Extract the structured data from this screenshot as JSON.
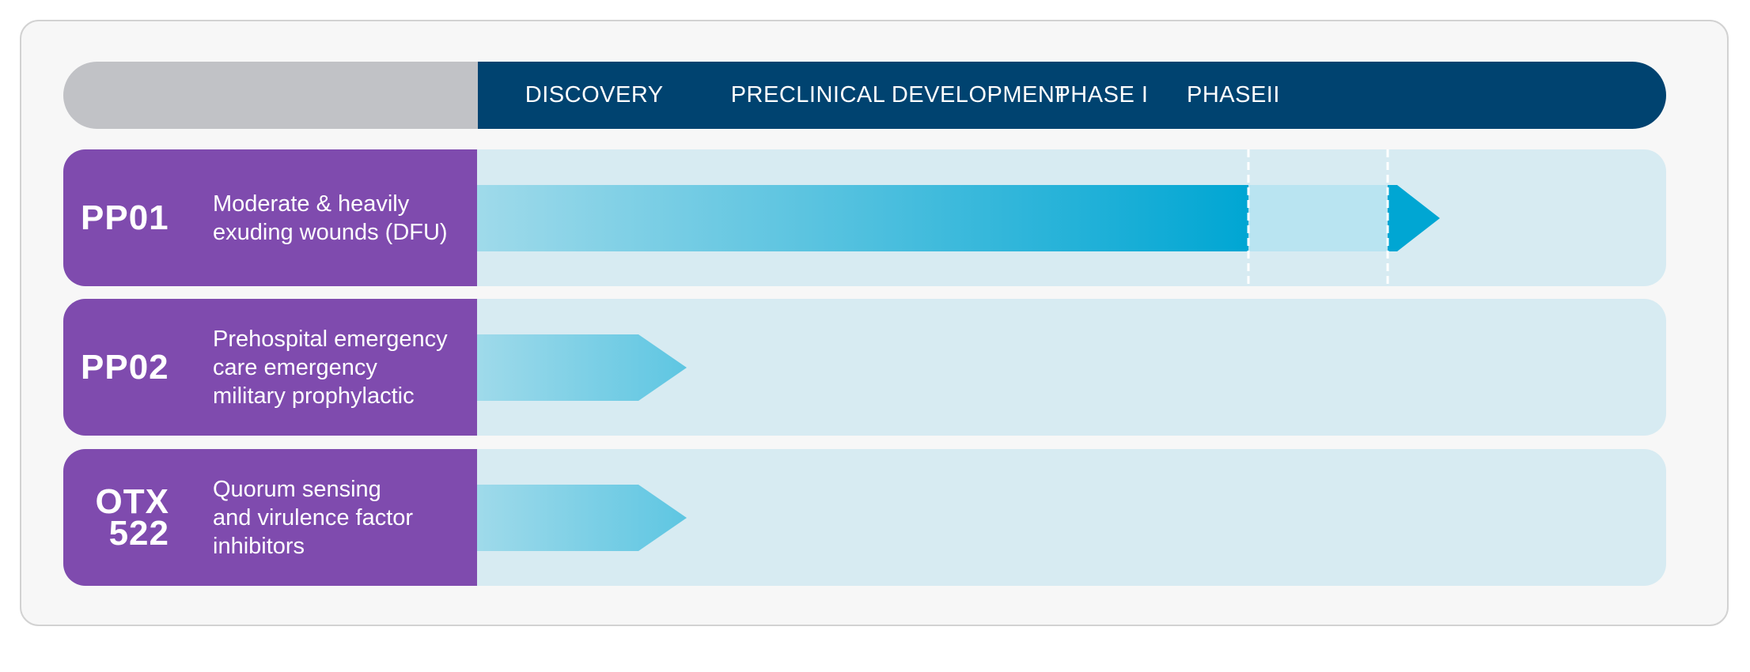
{
  "stages": [
    {
      "name": "DISCOVERY",
      "center": 0.16
    },
    {
      "name": "PRECLINICAL DEVELOPMENT",
      "center": 0.58
    },
    {
      "name": "PHASE I",
      "center": 0.857
    },
    {
      "name": "PHASEII",
      "center": 1.038
    }
  ],
  "programs": [
    {
      "code": "PP01",
      "indication": [
        "Moderate & heavily",
        "exuding wounds (DFU)"
      ],
      "progress_stage_fraction": 2.28
    },
    {
      "code": "PP02",
      "indication": [
        "Prehospital emergency",
        "care emergency",
        "military prophylactic"
      ],
      "progress_stage_fraction": 0.55
    },
    {
      "code_lines": [
        "OTX",
        "522"
      ],
      "indication": [
        "Quorum sensing",
        "and virulence factor",
        "inhibitors"
      ],
      "progress_stage_fraction": 0.55
    }
  ],
  "colors": {
    "header_bg": "#004370",
    "header_blank": "#c1c2c6",
    "label_bg": "#7f4bae",
    "track_bg": "#d7ebf2",
    "bar_start": "#9fdaea",
    "bar_end": "#00a6d3",
    "phase_highlight": "#b9e4f1"
  }
}
